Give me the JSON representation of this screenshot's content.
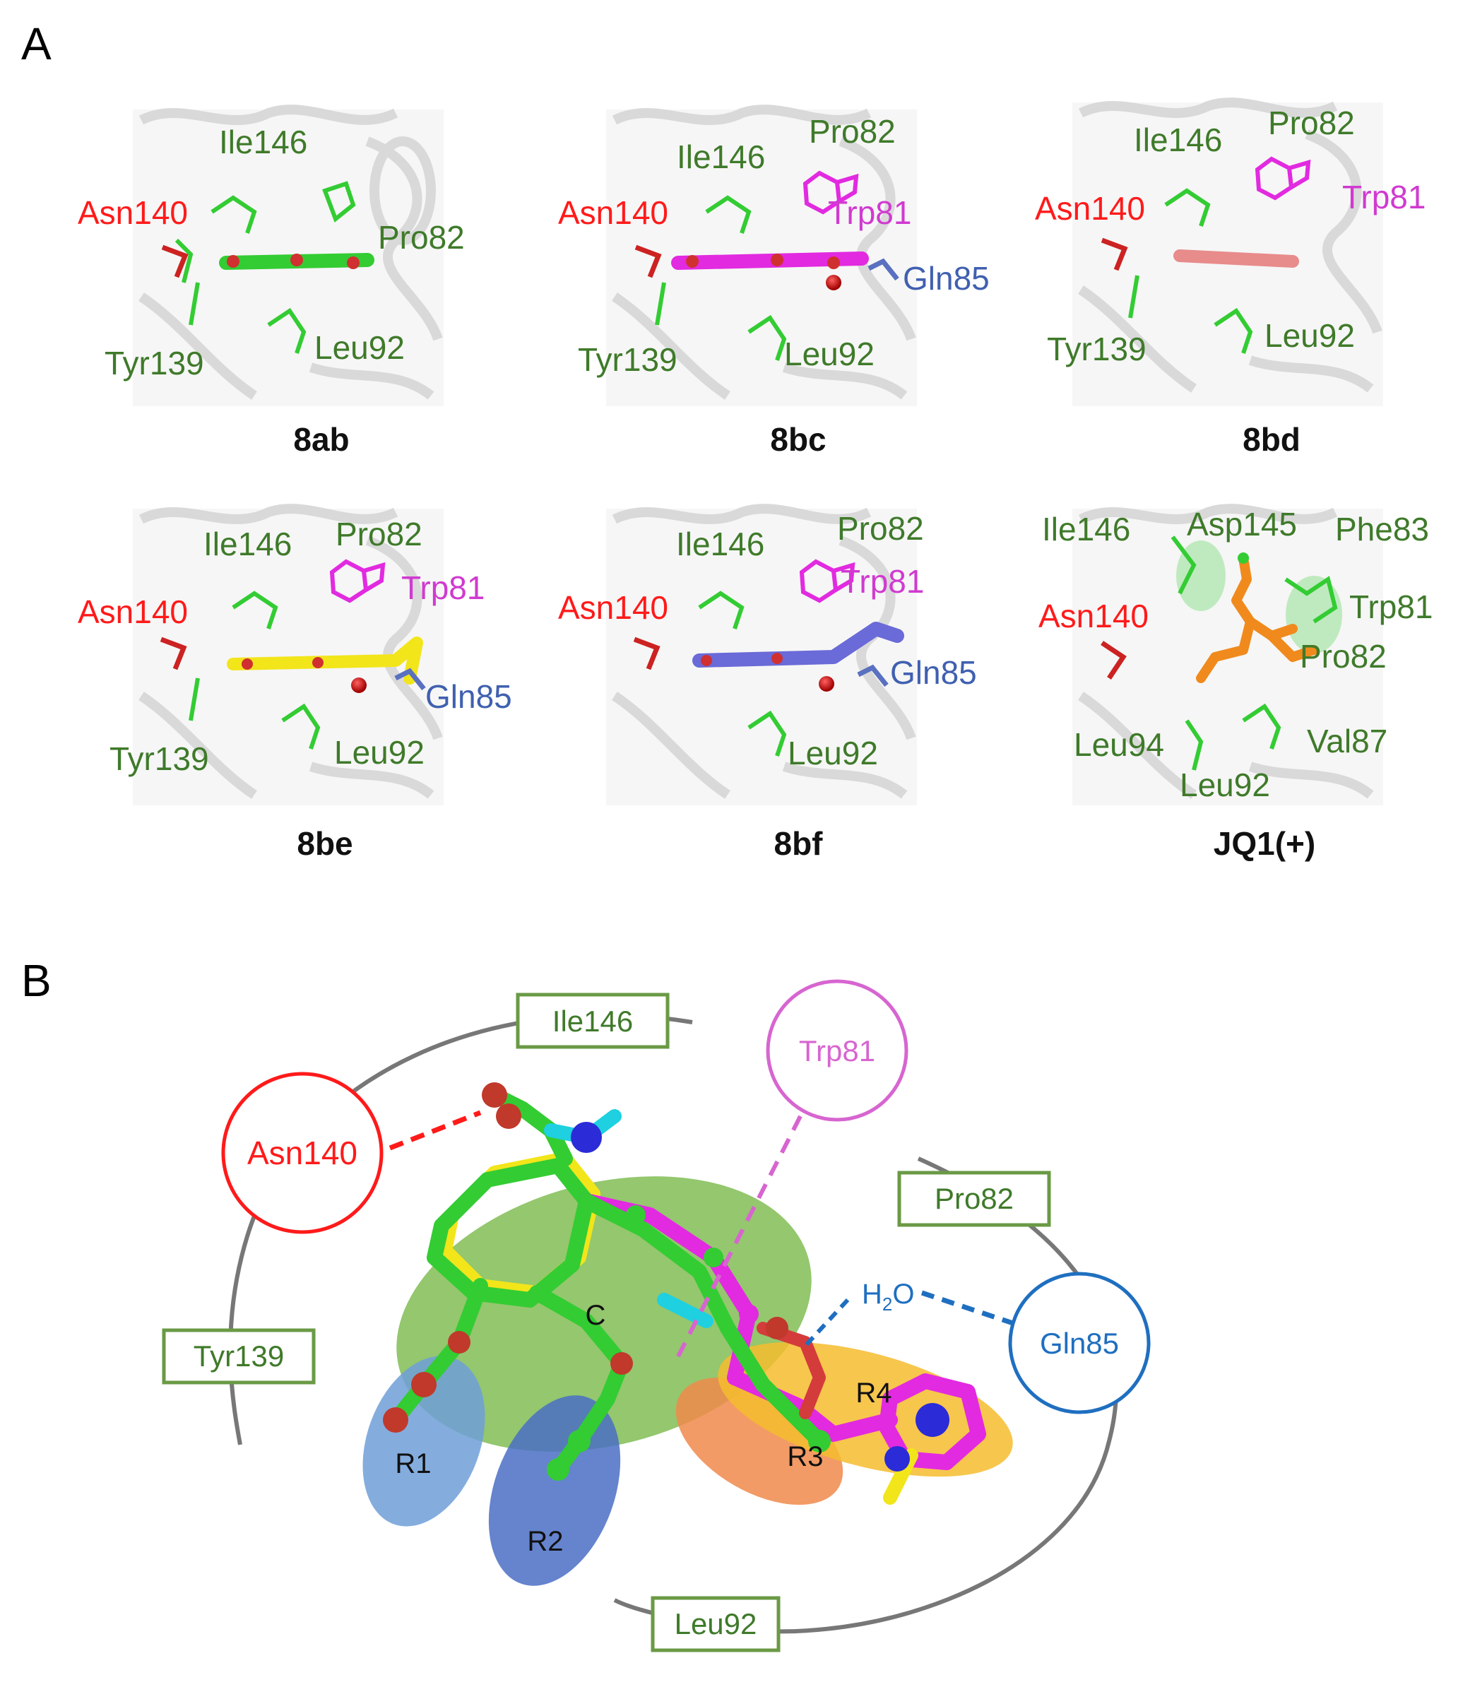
{
  "panel_labels": {
    "a": "A",
    "b": "B"
  },
  "colors": {
    "green_label": "#3f7a2a",
    "red_label": "#ff1a1a",
    "magenta_label": "#d03ad0",
    "blue_label": "#4060b0",
    "ring": "#777777",
    "pocket_green": "#79b94a",
    "pocket_blue": "#6f9fd8",
    "pocket_darkblue": "#4a6fc4",
    "pocket_orange": "#f08a4b",
    "pocket_yellow": "#f6bc2e",
    "gln_blue": "#1f6fc0",
    "trp_pink": "#d765d0",
    "ile_box": "#6a9a45"
  },
  "panels": [
    {
      "caption": "8ab",
      "ligand_color": "#33cc33",
      "labels": [
        "Ile146",
        "Asn140",
        "Pro82",
        "Tyr139",
        "Leu92"
      ]
    },
    {
      "caption": "8bc",
      "ligand_color": "#e22ae0",
      "labels": [
        "Ile146",
        "Pro82",
        "Asn140",
        "Trp81",
        "Gln85",
        "Tyr139",
        "Leu92"
      ]
    },
    {
      "caption": "8bd",
      "ligand_color": "#e88b8b",
      "labels": [
        "Ile146",
        "Pro82",
        "Asn140",
        "Trp81",
        "Tyr139",
        "Leu92"
      ]
    },
    {
      "caption": "8be",
      "ligand_color": "#f2e51a",
      "labels": [
        "Ile146",
        "Pro82",
        "Asn140",
        "Trp81",
        "Gln85",
        "Tyr139",
        "Leu92"
      ]
    },
    {
      "caption": "8bf",
      "ligand_color": "#6a6ad8",
      "labels": [
        "Ile146",
        "Pro82",
        "Asn140",
        "Trp81",
        "Gln85",
        "Leu92"
      ]
    },
    {
      "caption": "JQ1(+)",
      "ligand_color": "#f08a1c",
      "labels": [
        "Ile146",
        "Asp145",
        "Phe83",
        "Asn140",
        "Trp81",
        "Pro82",
        "Leu94",
        "Val87",
        "Leu92"
      ]
    }
  ],
  "panel_b": {
    "ile146": "Ile146",
    "asn140": "Asn140",
    "trp81": "Trp81",
    "pro82": "Pro82",
    "tyr139": "Tyr139",
    "gln85": "Gln85",
    "leu92": "Leu92",
    "water_h": "H",
    "water_sub": "2",
    "water_o": "O",
    "c": "C",
    "r1": "R1",
    "r2": "R2",
    "r3": "R3",
    "r4": "R4"
  }
}
